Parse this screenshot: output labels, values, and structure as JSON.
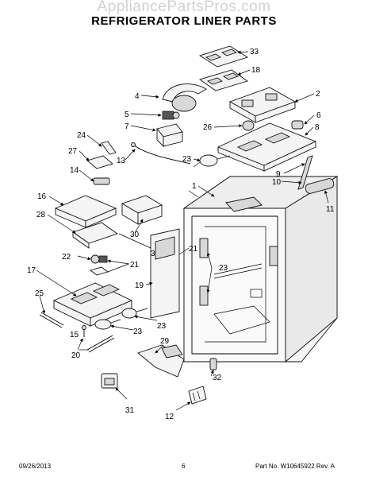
{
  "watermark": "AppliancePartsPros.com",
  "title": "REFRIGERATOR LINER PARTS",
  "footer": {
    "date": "09/26/2013",
    "page": "6",
    "part_number": "Part No. W10645922 Rev. A"
  },
  "callouts": {
    "c1": "1",
    "c2": "2",
    "c3": "3",
    "c4": "4",
    "c5": "5",
    "c6": "6",
    "c7": "7",
    "c8": "8",
    "c9": "9",
    "c10": "10",
    "c11": "11",
    "c12": "12",
    "c13": "13",
    "c14": "14",
    "c15": "15",
    "c16": "16",
    "c17": "17",
    "c18": "18",
    "c19": "19",
    "c20": "20",
    "c21a": "21",
    "c21b": "21",
    "c22": "22",
    "c23a": "23",
    "c23b": "23",
    "c23c": "23",
    "c23d": "23",
    "c24": "24",
    "c25": "25",
    "c26": "26",
    "c27": "27",
    "c28": "28",
    "c29": "29",
    "c30": "30",
    "c31": "31",
    "c32": "32",
    "c33": "33"
  }
}
